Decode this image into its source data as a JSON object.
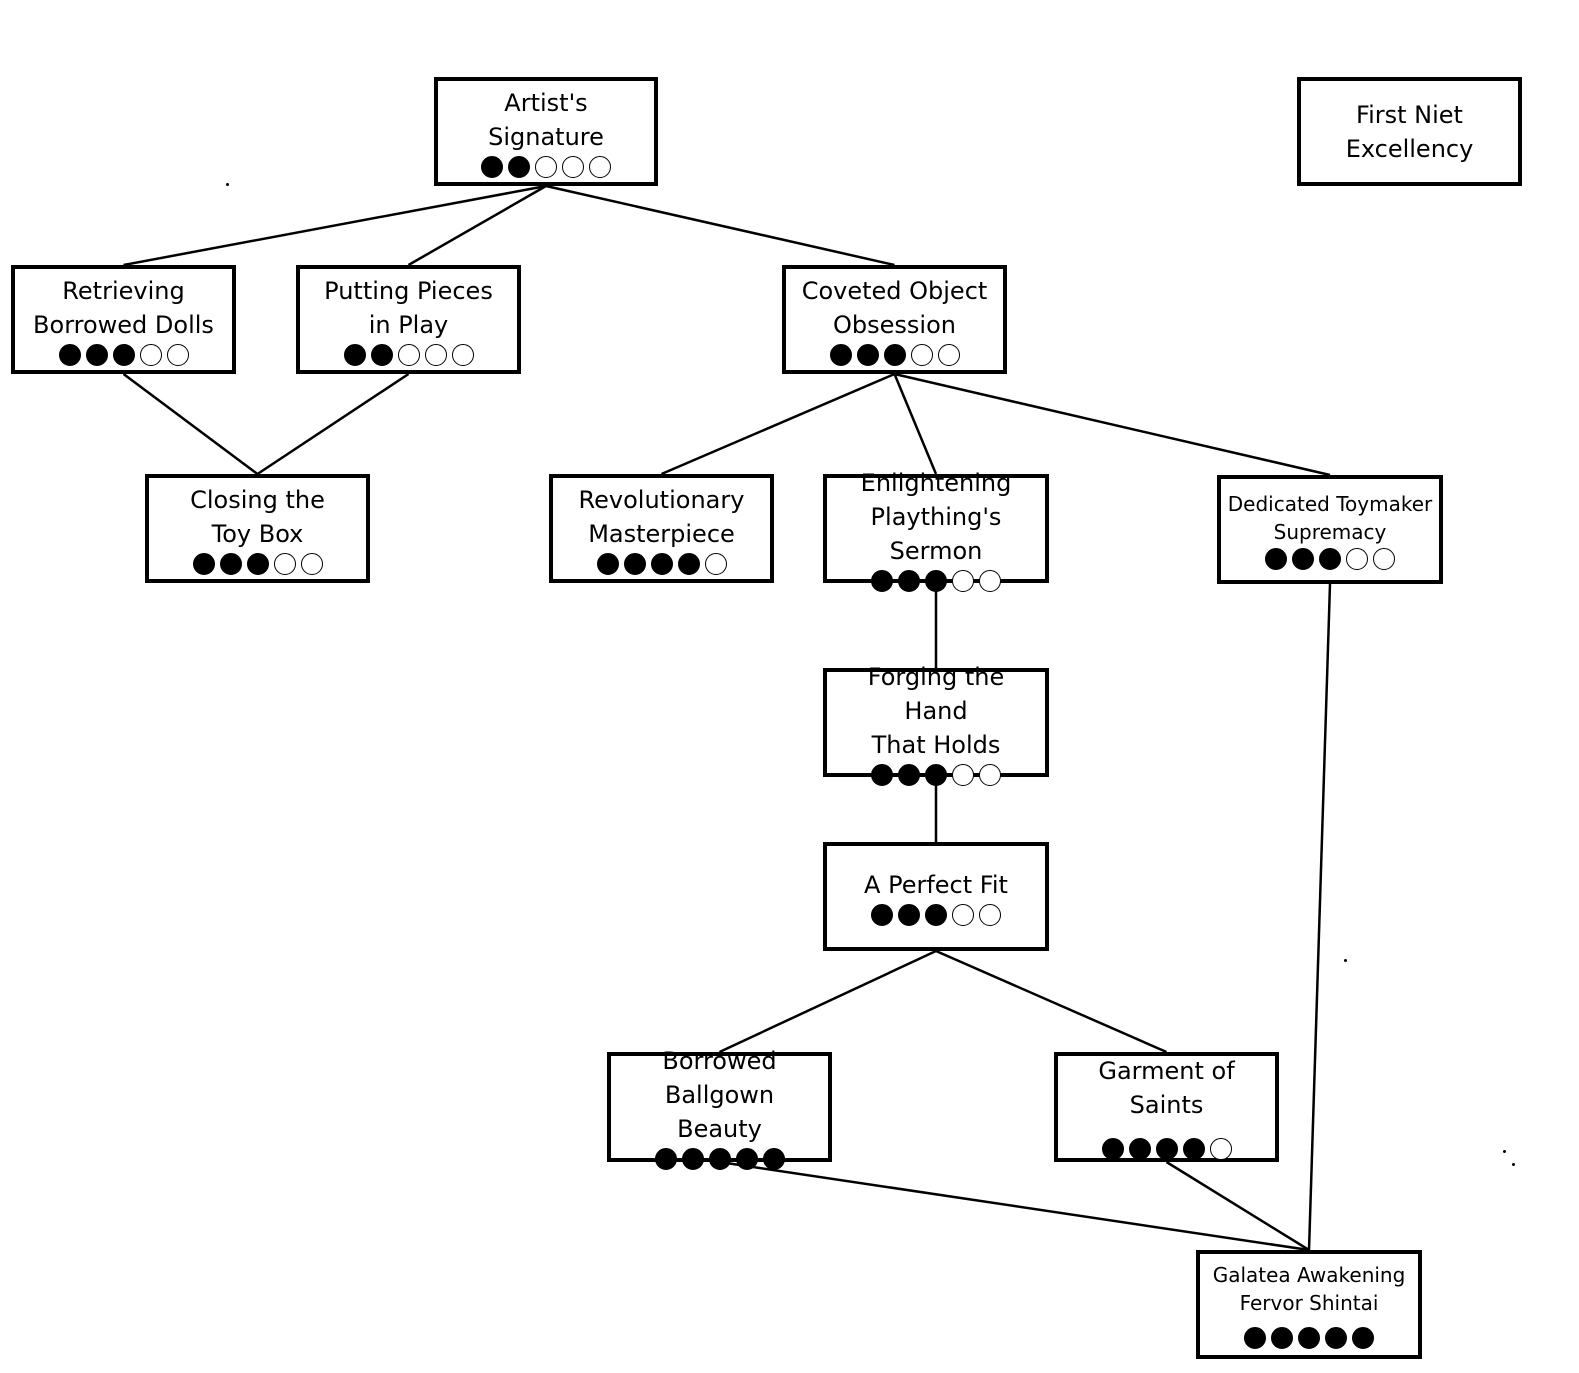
{
  "nodes": [
    {
      "id": "artists-signature",
      "label": "Artist's Signature",
      "dots_filled": 2,
      "dots_total": 5
    },
    {
      "id": "first-niet-excellency",
      "label": "First Niet\nExcellency",
      "dots_filled": 0,
      "dots_total": 0
    },
    {
      "id": "retrieving-borrowed-dolls",
      "label": "Retrieving\nBorrowed Dolls",
      "dots_filled": 3,
      "dots_total": 5
    },
    {
      "id": "putting-pieces-in-play",
      "label": "Putting Pieces\nin Play",
      "dots_filled": 2,
      "dots_total": 5
    },
    {
      "id": "coveted-object-obsession",
      "label": "Coveted Object\nObsession",
      "dots_filled": 3,
      "dots_total": 5
    },
    {
      "id": "closing-the-toy-box",
      "label": "Closing the\nToy Box",
      "dots_filled": 3,
      "dots_total": 5
    },
    {
      "id": "revolutionary-masterpiece",
      "label": "Revolutionary\nMasterpiece",
      "dots_filled": 4,
      "dots_total": 5
    },
    {
      "id": "enlightening-plaything",
      "label": "Enlightening\nPlaything's Sermon",
      "dots_filled": 3,
      "dots_total": 5
    },
    {
      "id": "dedicated-toymaker-supremacy",
      "label": "Dedicated Toymaker\nSupremacy",
      "dots_filled": 3,
      "dots_total": 5
    },
    {
      "id": "forging-the-hand",
      "label": "Forging the Hand\nThat Holds",
      "dots_filled": 3,
      "dots_total": 5
    },
    {
      "id": "a-perfect-fit",
      "label": "A Perfect Fit",
      "dots_filled": 3,
      "dots_total": 5
    },
    {
      "id": "borrowed-ballgown-beauty",
      "label": "Borrowed Ballgown\nBeauty",
      "dots_filled": 5,
      "dots_total": 5
    },
    {
      "id": "garment-of-saints",
      "label": "Garment of Saints",
      "dots_filled": 4,
      "dots_total": 5
    },
    {
      "id": "galatea-awakening",
      "label": "Galatea Awakening\nFervor Shintai",
      "dots_filled": 5,
      "dots_total": 5
    }
  ],
  "edges": [
    [
      "artists-signature",
      "retrieving-borrowed-dolls"
    ],
    [
      "artists-signature",
      "putting-pieces-in-play"
    ],
    [
      "artists-signature",
      "coveted-object-obsession"
    ],
    [
      "retrieving-borrowed-dolls",
      "closing-the-toy-box"
    ],
    [
      "putting-pieces-in-play",
      "closing-the-toy-box"
    ],
    [
      "coveted-object-obsession",
      "revolutionary-masterpiece"
    ],
    [
      "coveted-object-obsession",
      "enlightening-plaything"
    ],
    [
      "coveted-object-obsession",
      "dedicated-toymaker-supremacy"
    ],
    [
      "enlightening-plaything",
      "forging-the-hand"
    ],
    [
      "forging-the-hand",
      "a-perfect-fit"
    ],
    [
      "a-perfect-fit",
      "borrowed-ballgown-beauty"
    ],
    [
      "a-perfect-fit",
      "garment-of-saints"
    ],
    [
      "borrowed-ballgown-beauty",
      "galatea-awakening"
    ],
    [
      "garment-of-saints",
      "galatea-awakening"
    ],
    [
      "dedicated-toymaker-supremacy",
      "galatea-awakening"
    ]
  ]
}
